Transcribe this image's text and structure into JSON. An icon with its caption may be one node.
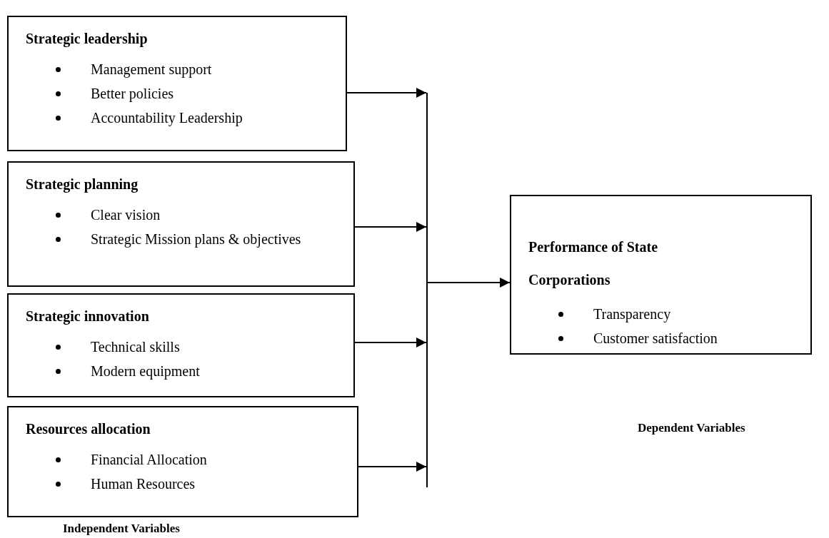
{
  "diagram": {
    "nodes": [
      {
        "text": [
          "Strategic leadership",
          "Management support",
          "Better policies",
          "Accountability Leadership"
        ]
      },
      {
        "text": [
          "Strategic planning",
          "Clear vision",
          "Strategic Mission plans & objectives"
        ]
      },
      {
        "text": [
          "Strategic innovation",
          "Technical skills",
          "Modern equipment"
        ]
      },
      {
        "text": [
          "Resources allocation",
          "Financial Allocation",
          "Human Resources"
        ]
      },
      {
        "text": [],
        "shape": "bar"
      },
      {
        "text": [
          "Performance of State Corporations",
          "Transparency",
          "Customer satisfaction"
        ]
      }
    ],
    "edges": [
      {
        "from": 0,
        "to": 4,
        "arrow": "to"
      },
      {
        "from": 1,
        "to": 4,
        "arrow": "to"
      },
      {
        "from": 2,
        "to": 4,
        "arrow": "to"
      },
      {
        "from": 3,
        "to": 4,
        "arrow": "to"
      },
      {
        "from": 4,
        "to": 5,
        "arrow": "to"
      }
    ],
    "labels": [
      "Independent Variables",
      "Dependent Variables"
    ]
  }
}
